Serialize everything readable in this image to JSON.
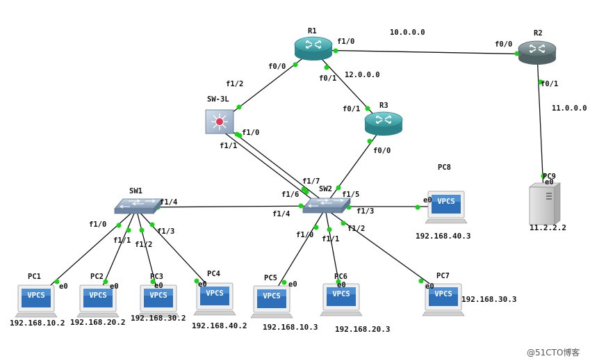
{
  "diagram": {
    "devices": {
      "R1": {
        "label": "R1"
      },
      "R2": {
        "label": "R2"
      },
      "R3": {
        "label": "R3"
      },
      "SW3L": {
        "label": "SW-3L"
      },
      "SW1": {
        "label": "SW1"
      },
      "SW2": {
        "label": "SW2"
      },
      "PC1": {
        "label": "PC1",
        "ip": "192.168.10.2"
      },
      "PC2": {
        "label": "PC2",
        "ip": "192.168.20.2"
      },
      "PC3": {
        "label": "PC3",
        "ip": "192.168.30.2"
      },
      "PC4": {
        "label": "PC4",
        "ip": "192.168.40.2"
      },
      "PC5": {
        "label": "PC5",
        "ip": "192.168.10.3"
      },
      "PC6": {
        "label": "PC6",
        "ip": "192.168.20.3"
      },
      "PC7": {
        "label": "PC7",
        "ip": "192.168.30.3"
      },
      "PC8": {
        "label": "PC8",
        "ip": "192.168.40.3"
      },
      "PC9": {
        "label": "PC9",
        "ip": "11.2.2.2"
      }
    },
    "vpcs_text": "VPCS",
    "networks": {
      "r1_r2": "10.0.0.0",
      "r1_r3": "12.0.0.0",
      "r2_pc9": "11.0.0.0"
    },
    "ports": {
      "r1_f1_0": "f1/0",
      "r1_f0_0": "f0/0",
      "r1_f0_1": "f0/1",
      "r2_f0_0": "f0/0",
      "r2_f0_1": "f0/1",
      "r3_f0_1": "f0/1",
      "r3_f0_0": "f0/0",
      "sw3l_f1_2": "f1/2",
      "sw3l_f1_0": "f1/0",
      "sw3l_f1_1": "f1/1",
      "sw2_f1_7": "f1/7",
      "sw2_f1_6": "f1/6",
      "sw2_f1_5": "f1/5",
      "sw2_f1_4": "f1/4",
      "sw2_f1_3": "f1/3",
      "sw2_f1_0": "f1/0",
      "sw2_f1_1": "f1/1",
      "sw2_f1_2": "f1/2",
      "sw1_f1_4": "f1/4",
      "sw1_f1_0": "f1/0",
      "sw1_f1_1": "f1/1",
      "sw1_f1_2": "f1/2",
      "sw1_f1_3": "f1/3",
      "pc1_e0": "e0",
      "pc2_e0": "e0",
      "pc3_e0": "e0",
      "pc4_e0": "e0",
      "pc5_e0": "e0",
      "pc6_e0": "e0",
      "pc7_e0": "e0",
      "pc8_e0": "e0",
      "pc9_e0": "e0"
    },
    "watermark": "@51CTO博客"
  },
  "colors": {
    "router_body": "#3b9ea3",
    "router_top": "#7ccfd2",
    "router_r2_body": "#6f8284",
    "switch_body": "#8fa6c0",
    "link_dot": "#16d116"
  }
}
